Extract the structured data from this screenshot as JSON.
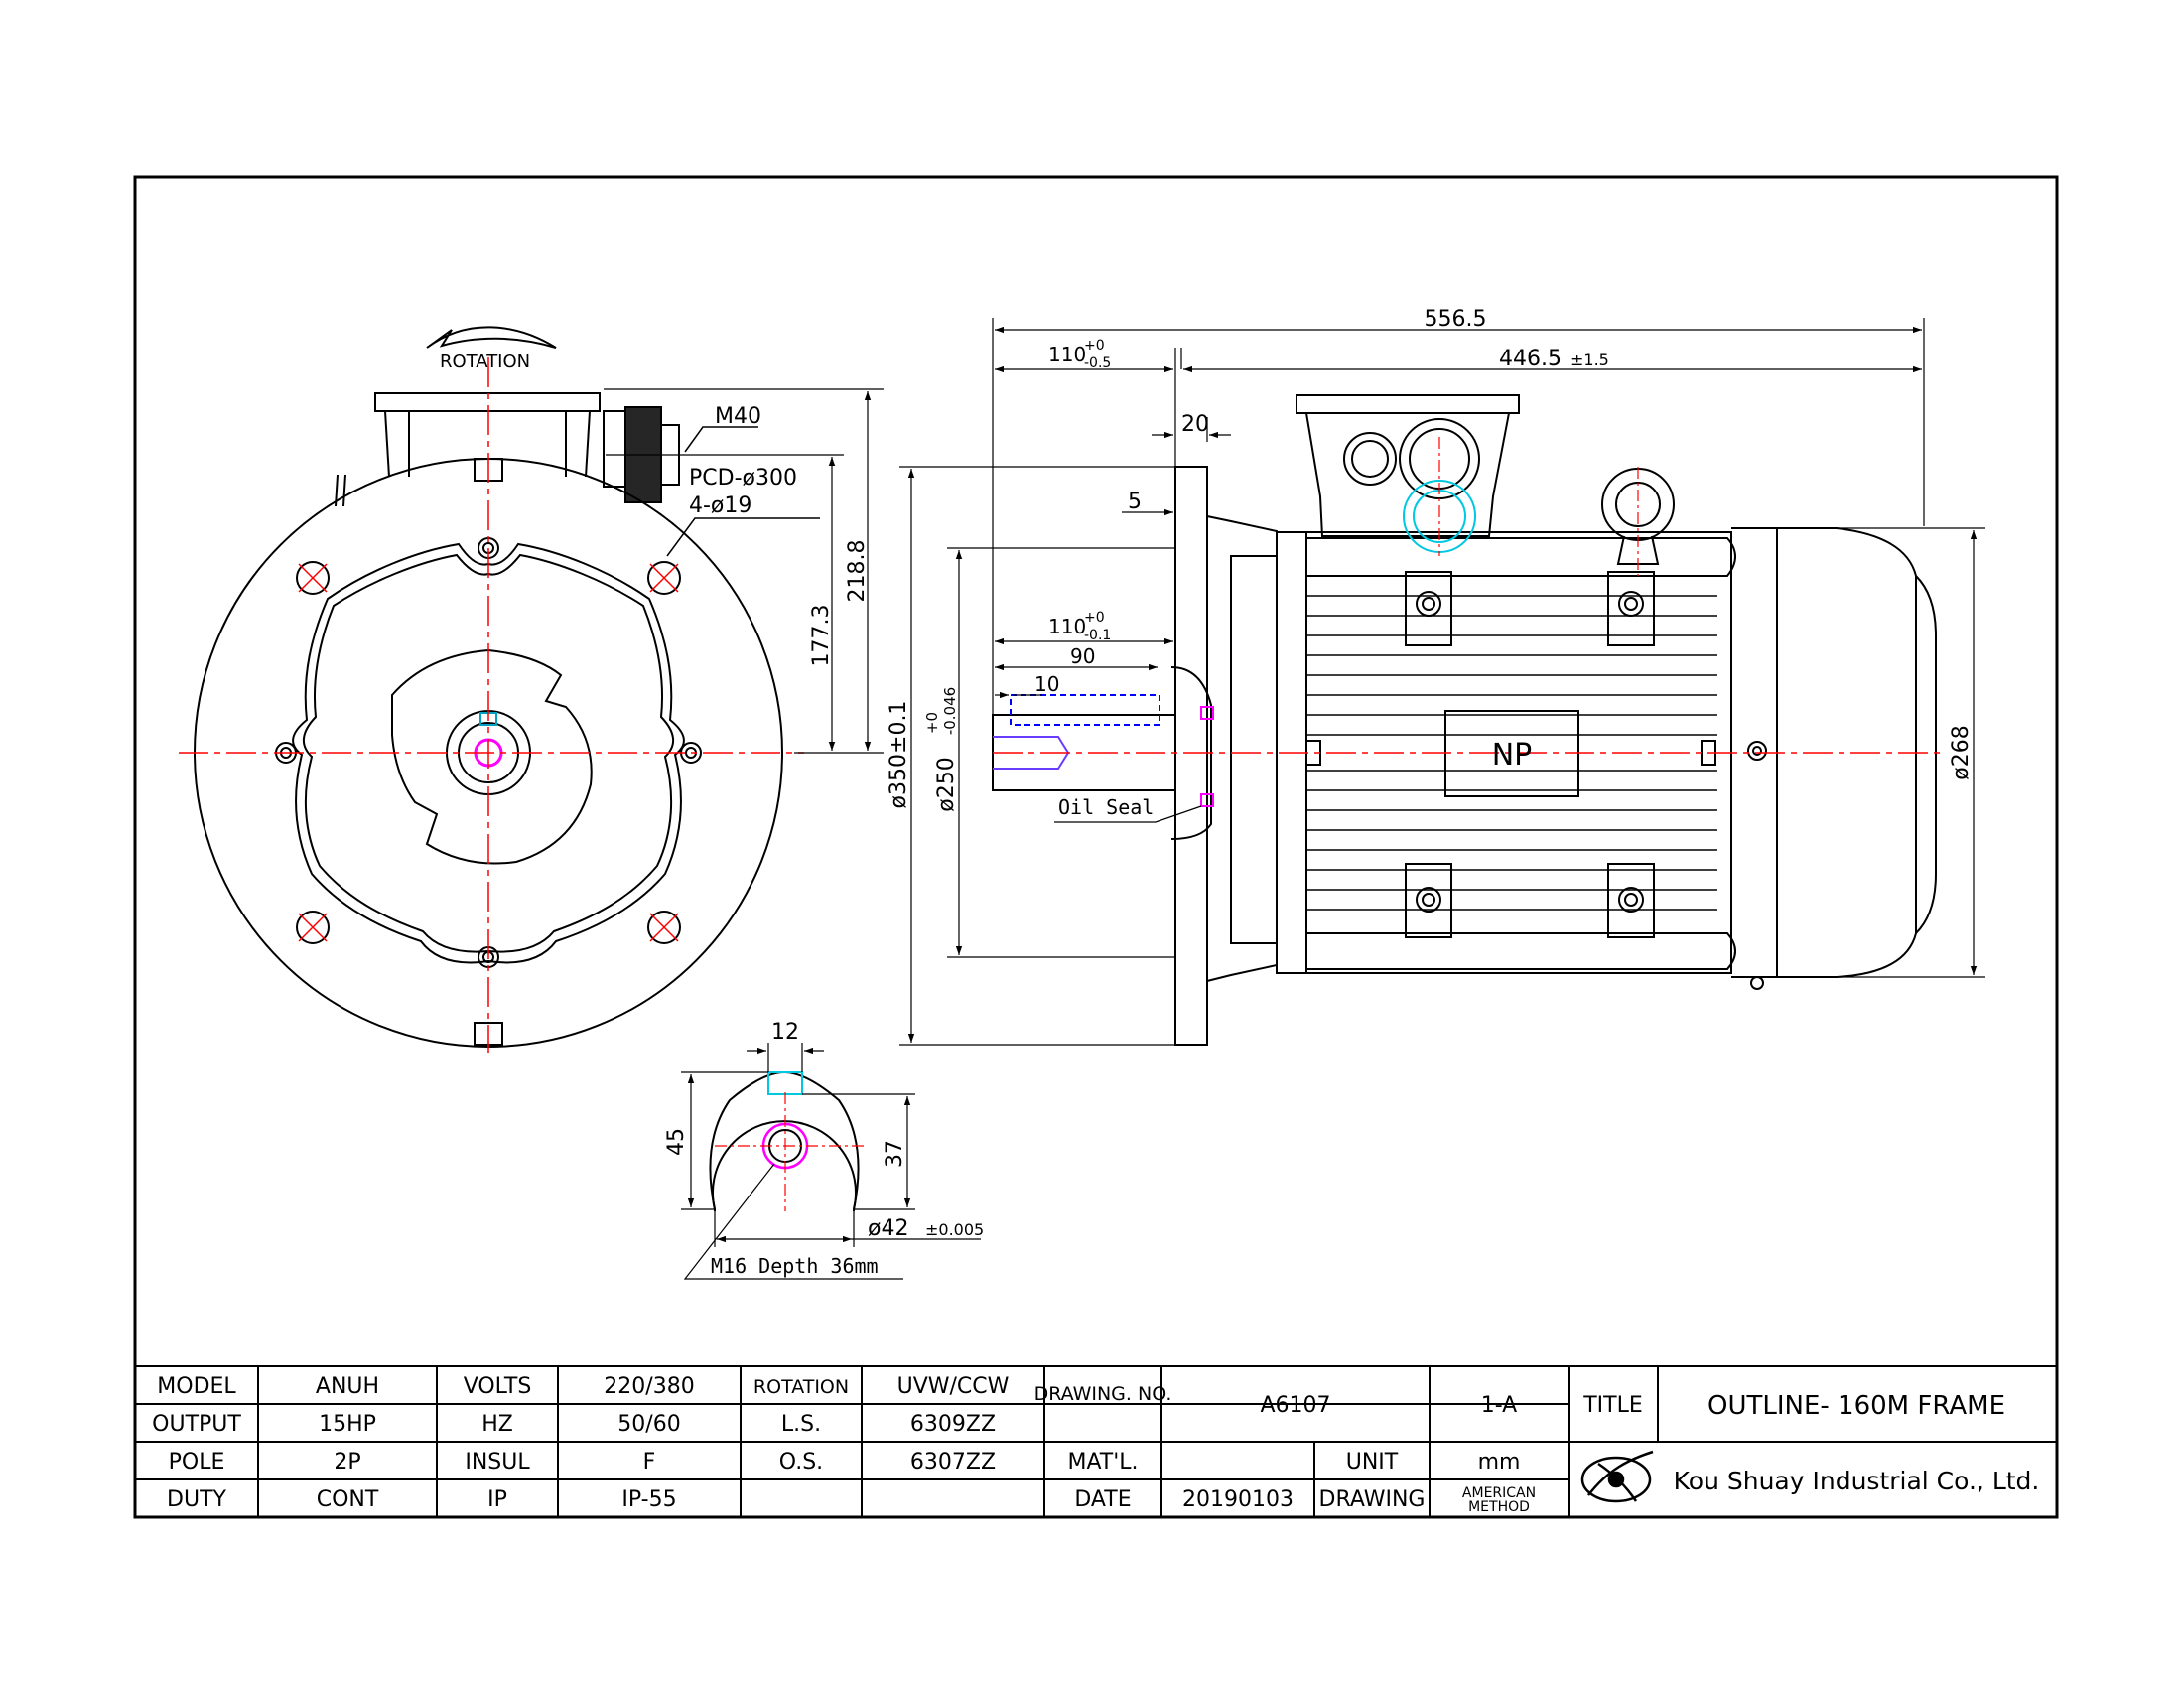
{
  "colors": {
    "line": "#000000",
    "centerline": "#ff0000",
    "hidden": "#0000ff",
    "highlight": "#ff00ff",
    "cyan": "#00c8e0"
  },
  "front_view": {
    "rotation_label": "ROTATION",
    "gland_label": "M40",
    "pcd_label": "PCD-ø300",
    "holes_label": "4-ø19",
    "dim_177": "177.3",
    "dim_218": "218.8"
  },
  "side_view": {
    "dim_overall": "556.5",
    "dim_body": "446.5",
    "dim_body_tol": "±1.5",
    "dim_shaft_top": "110",
    "dim_shaft_top_tol_up": "+0",
    "dim_shaft_top_tol_dn": "-0.5",
    "dim_20": "20",
    "dim_5": "5",
    "dim_shaft_inner": "110",
    "dim_shaft_inner_tol_up": "+0",
    "dim_shaft_inner_tol_dn": "-0.1",
    "dim_90": "90",
    "dim_10": "10",
    "dim_flange_dia": "ø350±0.1",
    "dim_spigot_dia": "ø250",
    "dim_spigot_tol_up": "+0",
    "dim_spigot_tol_dn": "-0.046",
    "oil_seal": "Oil Seal",
    "nameplate": "NP",
    "dim_body_dia": "ø268"
  },
  "shaft_detail": {
    "dim_12": "12",
    "dim_45": "45",
    "dim_37": "37",
    "dim_42": "ø42",
    "dim_42_tol": "±0.005",
    "thread_label": "M16 Depth 36mm"
  },
  "title_block": {
    "rows": [
      [
        "MODEL",
        "ANUH",
        "VOLTS",
        "220/380",
        "ROTATION",
        "UVW/CCW"
      ],
      [
        "OUTPUT",
        "15HP",
        "HZ",
        "50/60",
        "L.S.",
        "6309ZZ"
      ],
      [
        "POLE",
        "2P",
        "INSUL",
        "F",
        "O.S.",
        "6307ZZ"
      ],
      [
        "DUTY",
        "CONT",
        "IP",
        "IP-55",
        "",
        ""
      ]
    ],
    "drawing_no_label": "DRAWING. NO.",
    "drawing_no": "A6107",
    "revision": "1-A",
    "title_label": "TITLE",
    "title": "OUTLINE- 160M FRAME",
    "material_label": "MAT'L.",
    "material": "",
    "unit_label": "UNIT",
    "unit": "mm",
    "date_label": "DATE",
    "date": "20190103",
    "drawing_label": "DRAWING",
    "drawing_method_1": "AMERICAN",
    "drawing_method_2": "METHOD",
    "company": "Kou Shuay Industrial Co., Ltd."
  }
}
